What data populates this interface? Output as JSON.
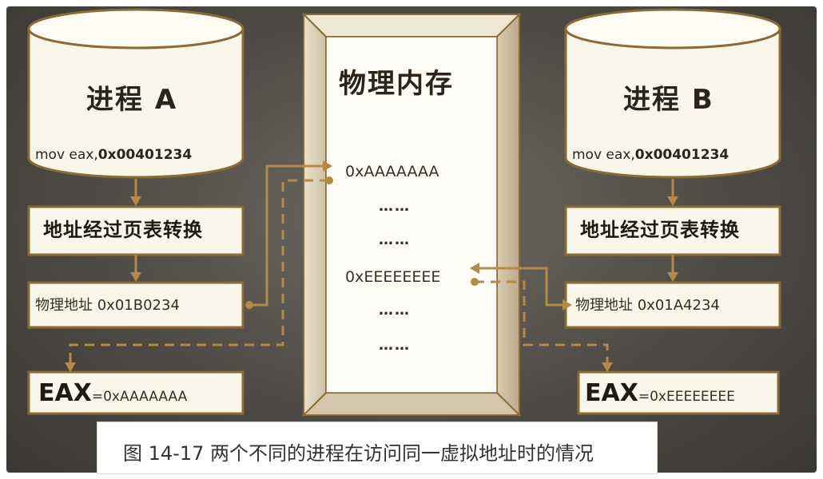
{
  "process_a": {
    "title": "进程 A",
    "instruction_prefix": "mov eax,",
    "instruction_addr": "0x00401234",
    "translate": "地址经过页表转换",
    "phys_label": "物理地址",
    "phys_addr": "0x01B0234",
    "eax_name": "EAX",
    "eax_value": "=0xAAAAAAA"
  },
  "process_b": {
    "title": "进程 B",
    "instruction_prefix": "mov eax,",
    "instruction_addr": "0x00401234",
    "translate": "地址经过页表转换",
    "phys_label": "物理地址",
    "phys_addr": "0x01A4234",
    "eax_name": "EAX",
    "eax_value": "=0xEEEEEEEE"
  },
  "memory": {
    "title": "物理内存",
    "entries": [
      "0xAAAAAAA",
      "……",
      "……",
      "0xEEEEEEEE",
      "……",
      "……"
    ]
  },
  "caption": "图 14-17   两个不同的进程在访问同一虚拟地址时的情况",
  "colors": {
    "background": "#55524c",
    "box_fill": "#fbf6ea",
    "border": "#8a6a35",
    "arrow": "#b48a45"
  }
}
